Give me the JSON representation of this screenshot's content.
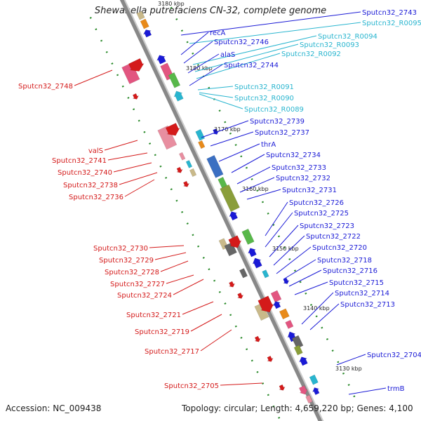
{
  "title": "Shewanella putrefaciens CN-32, complete genome",
  "footer": {
    "accession": "Accession: NC_009438",
    "summary": "Topology: circular; Length: 4,659,220 bp; Genes: 4,100"
  },
  "colors": {
    "blue": "#1a1ad6",
    "red": "#d41a1a",
    "cyan": "#29b5cf"
  },
  "kbp_ticks": [
    "3180 kbp",
    "3180 kbp",
    "3170 kbp",
    "3160 kbp",
    "3150 kbp",
    "3140 kbp",
    "3130 kbp"
  ],
  "labels_right": [
    {
      "text": "Sputcn32_2743",
      "color": "blue"
    },
    {
      "text": "Sputcn32_R0095",
      "color": "cyan"
    },
    {
      "text": "recA",
      "color": "blue"
    },
    {
      "text": "Sputcn32_R0094",
      "color": "cyan"
    },
    {
      "text": "Sputcn32_2746",
      "color": "blue"
    },
    {
      "text": "Sputcn32_R0093",
      "color": "cyan"
    },
    {
      "text": "alaS",
      "color": "blue"
    },
    {
      "text": "Sputcn32_R0092",
      "color": "cyan"
    },
    {
      "text": "Sputcn32_2744",
      "color": "blue"
    },
    {
      "text": "Sputcn32_R0091",
      "color": "cyan"
    },
    {
      "text": "Sputcn32_R0090",
      "color": "cyan"
    },
    {
      "text": "Sputcn32_R0089",
      "color": "cyan"
    },
    {
      "text": "Sputcn32_2739",
      "color": "blue"
    },
    {
      "text": "Sputcn32_2737",
      "color": "blue"
    },
    {
      "text": "thrA",
      "color": "blue"
    },
    {
      "text": "Sputcn32_2734",
      "color": "blue"
    },
    {
      "text": "Sputcn32_2733",
      "color": "blue"
    },
    {
      "text": "Sputcn32_2732",
      "color": "blue"
    },
    {
      "text": "Sputcn32_2731",
      "color": "blue"
    },
    {
      "text": "Sputcn32_2726",
      "color": "blue"
    },
    {
      "text": "Sputcn32_2725",
      "color": "blue"
    },
    {
      "text": "Sputcn32_2723",
      "color": "blue"
    },
    {
      "text": "Sputcn32_2722",
      "color": "blue"
    },
    {
      "text": "Sputcn32_2720",
      "color": "blue"
    },
    {
      "text": "Sputcn32_2718",
      "color": "blue"
    },
    {
      "text": "Sputcn32_2716",
      "color": "blue"
    },
    {
      "text": "Sputcn32_2715",
      "color": "blue"
    },
    {
      "text": "Sputcn32_2714",
      "color": "blue"
    },
    {
      "text": "Sputcn32_2713",
      "color": "blue"
    },
    {
      "text": "Sputcn32_2704",
      "color": "blue"
    },
    {
      "text": "trmB",
      "color": "blue"
    }
  ],
  "labels_left": [
    {
      "text": "Sputcn32_2748",
      "color": "red"
    },
    {
      "text": "valS",
      "color": "red"
    },
    {
      "text": "Sputcn32_2741",
      "color": "red"
    },
    {
      "text": "Sputcn32_2740",
      "color": "red"
    },
    {
      "text": "Sputcn32_2738",
      "color": "red"
    },
    {
      "text": "Sputcn32_2736",
      "color": "red"
    },
    {
      "text": "Sputcn32_2730",
      "color": "red"
    },
    {
      "text": "Sputcn32_2729",
      "color": "red"
    },
    {
      "text": "Sputcn32_2728",
      "color": "red"
    },
    {
      "text": "Sputcn32_2727",
      "color": "red"
    },
    {
      "text": "Sputcn32_2724",
      "color": "red"
    },
    {
      "text": "Sputcn32_2721",
      "color": "red"
    },
    {
      "text": "Sputcn32_2719",
      "color": "red"
    },
    {
      "text": "Sputcn32_2717",
      "color": "red"
    },
    {
      "text": "Sputcn32_2705",
      "color": "red"
    }
  ]
}
